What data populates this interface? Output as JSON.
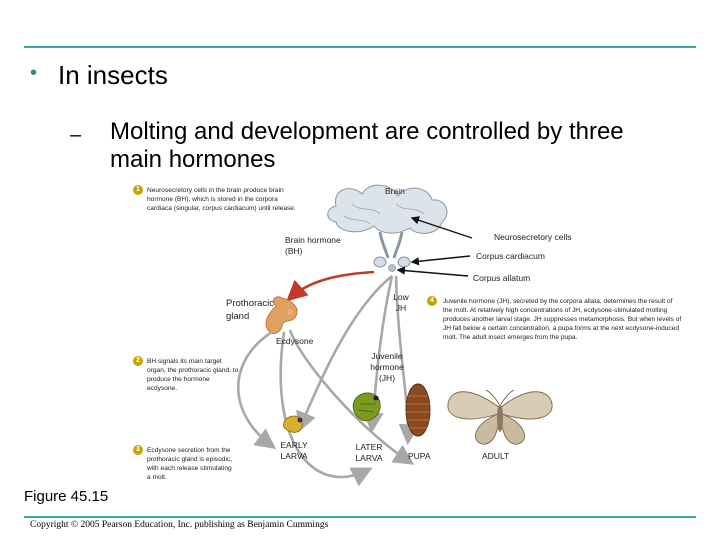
{
  "slide": {
    "bullet": "In insects",
    "sub_bullet": "Molting and development are controlled by three main hormones",
    "figure_label": "Figure 45.15",
    "copyright": "Copyright © 2005 Pearson Education, Inc. publishing as Benjamin Cummings"
  },
  "diagram": {
    "labels": {
      "brain": "Brain",
      "neurosecretory_cells": "Neurosecretory cells",
      "corpus_cardiacum": "Corpus cardiacum",
      "corpus_allatum": "Corpus allatum",
      "brain_hormone": "Brain hormone (BH)",
      "prothoracic_gland": "Prothoracic gland",
      "ecdysone": "Ecdysone",
      "low_jh": "Low JH",
      "juvenile_hormone": "Juvenile hormone (JH)",
      "early_larva": "EARLY LARVA",
      "later_larva": "LATER LARVA",
      "pupa": "PUPA",
      "adult": "ADULT"
    },
    "steps": [
      {
        "number": "1",
        "text": "Neurosecretory cells in the brain produce brain hormone (BH), which is stored in the corpora cardiaca (singular, corpus cardiacum) until release."
      },
      {
        "number": "2",
        "text": "BH signals its main target organ, the prothoracic gland, to produce the hormone ecdysone."
      },
      {
        "number": "3",
        "text": "Ecdysone secretion from the prothoracic gland is episodic, with each release stimulating a molt."
      },
      {
        "number": "4",
        "text": "Juvenile hormone (JH), secreted by the corpora allata, determines the result of the molt. At relatively high concentrations of JH, ecdysone-stimulated molting produces another larval stage. JH suppresses metamorphosis. But when levels of JH fall below a certain concentration, a pupa forms at the next ecdysone-induced molt. The adult insect emerges from the pupa."
      }
    ],
    "colors": {
      "accent_rule": "#3aa8a0",
      "bh_arrow": "#c0392b",
      "hormone_arrow": "#a8a8a8",
      "step_badge": "#c9a300",
      "gland": "#e0a060"
    }
  }
}
